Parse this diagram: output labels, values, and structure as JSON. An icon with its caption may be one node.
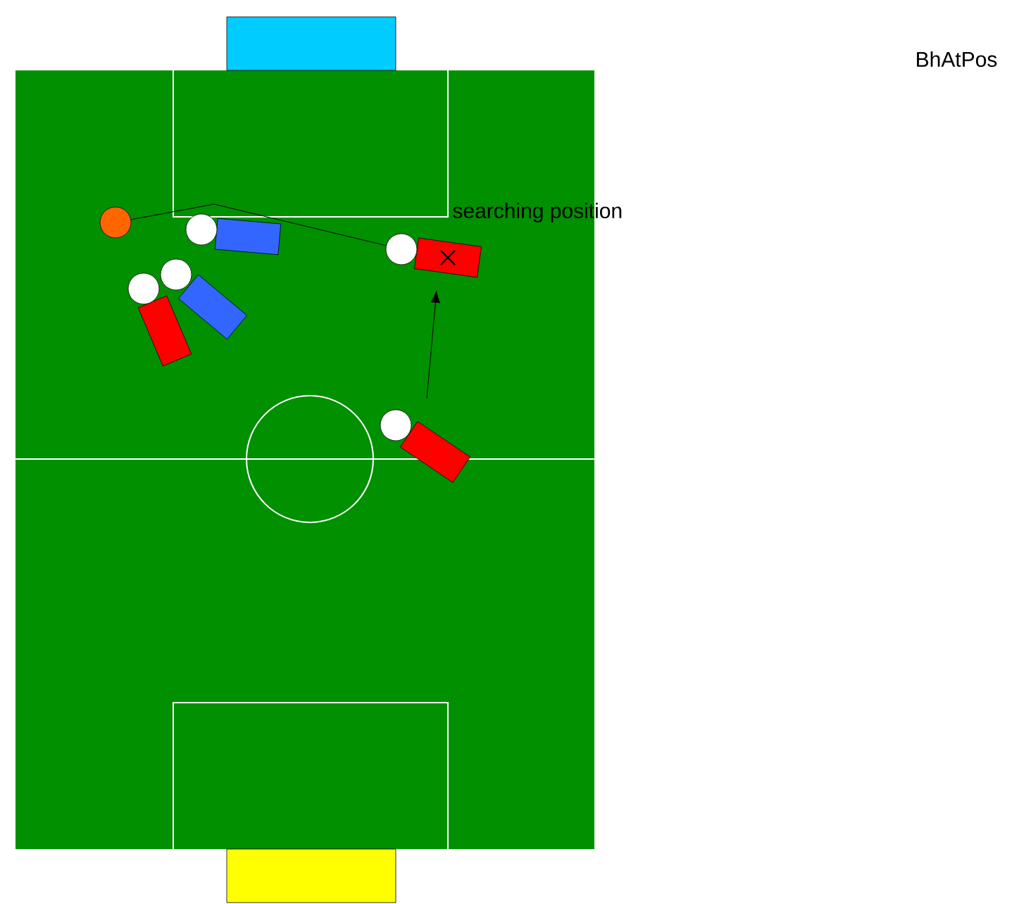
{
  "diagram": {
    "nodes": [
      {
        "text": [],
        "shape": "circle"
      },
      {
        "text": [],
        "shape": "robot"
      },
      {
        "text": [],
        "shape": "robot",
        "beside": [
          "searching position"
        ]
      },
      {
        "text": [],
        "shape": "robot"
      },
      {
        "text": [],
        "shape": "robot"
      },
      {
        "text": [],
        "shape": "robot"
      }
    ],
    "edges": [
      {
        "from": 0,
        "to": 2,
        "arrow": "none"
      },
      {
        "from": 5,
        "to": 2,
        "arrow": "to"
      }
    ],
    "labels": [
      "BhAtPos"
    ]
  }
}
